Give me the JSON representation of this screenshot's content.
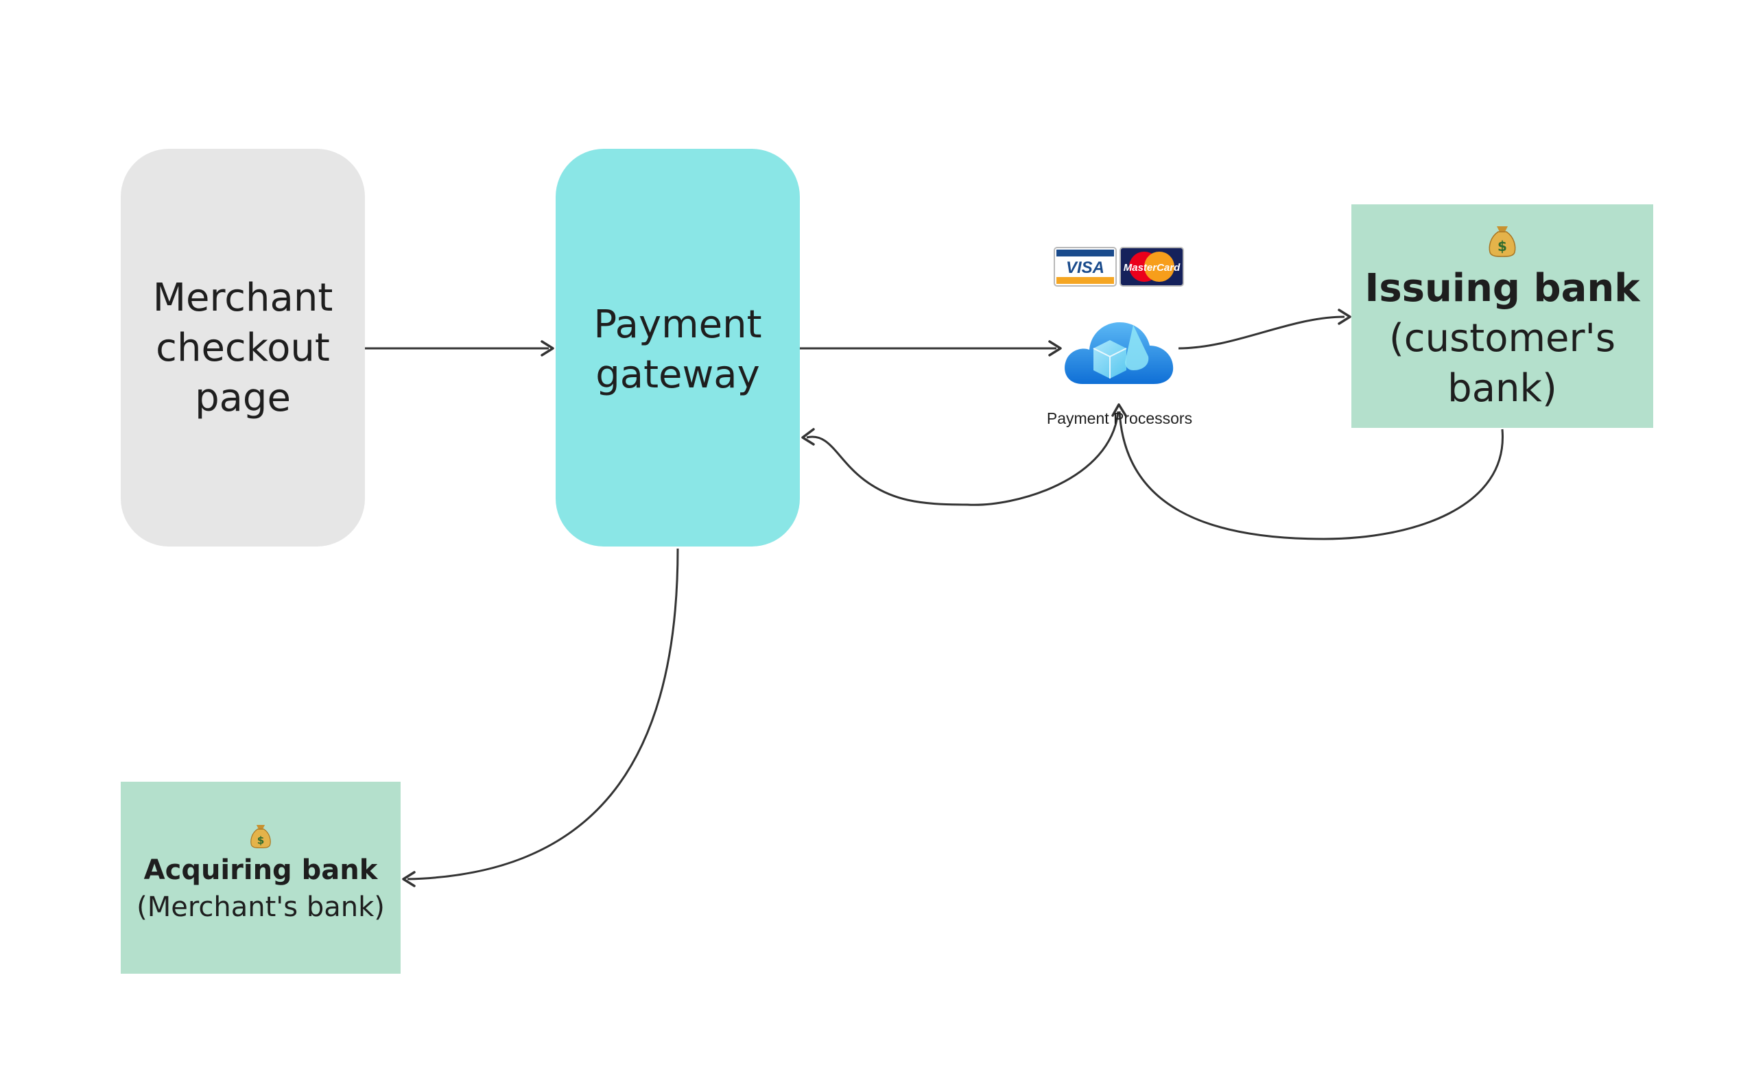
{
  "nodes": {
    "merchant": {
      "lines": [
        "Merchant",
        "checkout",
        "page"
      ]
    },
    "gateway": {
      "lines": [
        "Payment",
        "gateway"
      ]
    },
    "processors": {
      "label": "Payment Processors",
      "icon": "cloud-icon",
      "cards": [
        "VISA",
        "MasterCard"
      ]
    },
    "issuing": {
      "icon": "money-bag-icon",
      "title": "Issuing bank",
      "lines": [
        "(customer's",
        "bank)"
      ]
    },
    "acquiring": {
      "icon": "money-bag-icon",
      "title": "Acquiring bank",
      "subtitle": "(Merchant's bank)"
    }
  },
  "edges": [
    {
      "from": "merchant",
      "to": "gateway"
    },
    {
      "from": "gateway",
      "to": "processors"
    },
    {
      "from": "processors",
      "to": "issuing"
    },
    {
      "from": "issuing",
      "to": "processors"
    },
    {
      "from": "processors",
      "to": "gateway"
    },
    {
      "from": "gateway",
      "to": "acquiring"
    }
  ],
  "colors": {
    "merchant_fill": "#e6e6e6",
    "gateway_fill": "#8ae6e6",
    "bank_fill": "#b4e0cc",
    "edge": "#333333",
    "text": "#1e1e1e"
  }
}
